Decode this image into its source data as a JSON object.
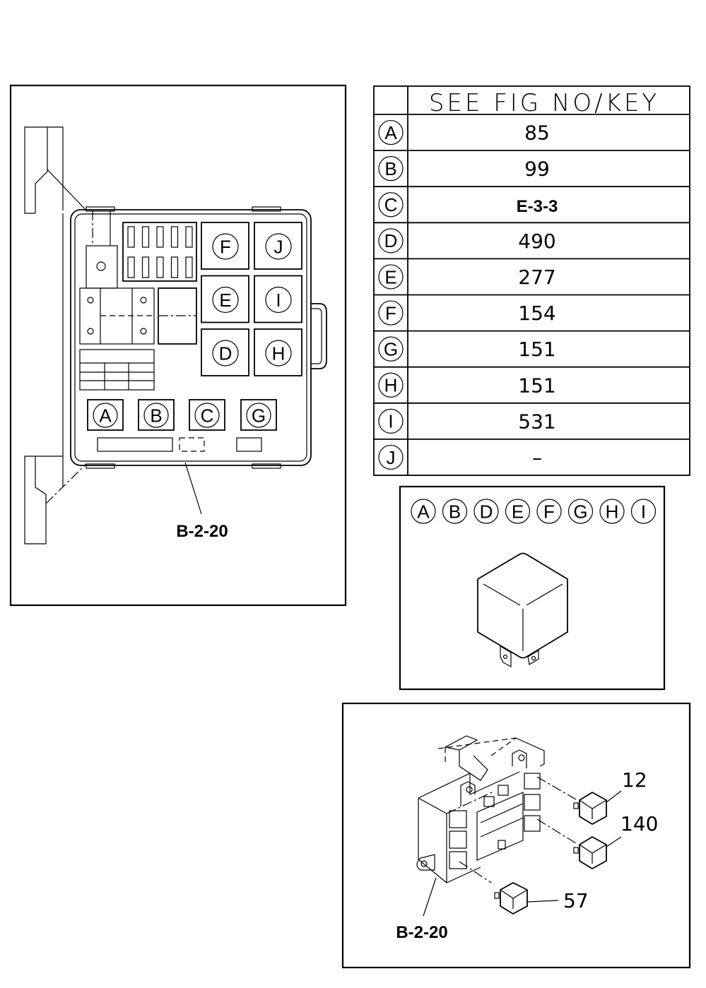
{
  "main_view": {
    "callout_label": "B-2-20",
    "relay_positions": {
      "grid_right": [
        [
          "F",
          "J"
        ],
        [
          "E",
          "I"
        ],
        [
          "D",
          "H"
        ]
      ],
      "bottom_row": [
        "A",
        "B",
        "C",
        "G"
      ]
    }
  },
  "key_table": {
    "header": "SEE FIG NO/KEY",
    "rows": [
      {
        "key": "A",
        "value": "85"
      },
      {
        "key": "B",
        "value": "99"
      },
      {
        "key": "C",
        "value": "E-3-3",
        "bold": true
      },
      {
        "key": "D",
        "value": "490"
      },
      {
        "key": "E",
        "value": "277"
      },
      {
        "key": "F",
        "value": "154"
      },
      {
        "key": "G",
        "value": "151"
      },
      {
        "key": "H",
        "value": "151"
      },
      {
        "key": "I",
        "value": "531"
      },
      {
        "key": "J",
        "value": "–"
      }
    ]
  },
  "relay_detail": {
    "keys": [
      "A",
      "B",
      "D",
      "E",
      "F",
      "G",
      "H",
      "I"
    ]
  },
  "iso_view": {
    "callout_label": "B-2-20",
    "part_numbers": [
      "12",
      "140",
      "57"
    ]
  }
}
